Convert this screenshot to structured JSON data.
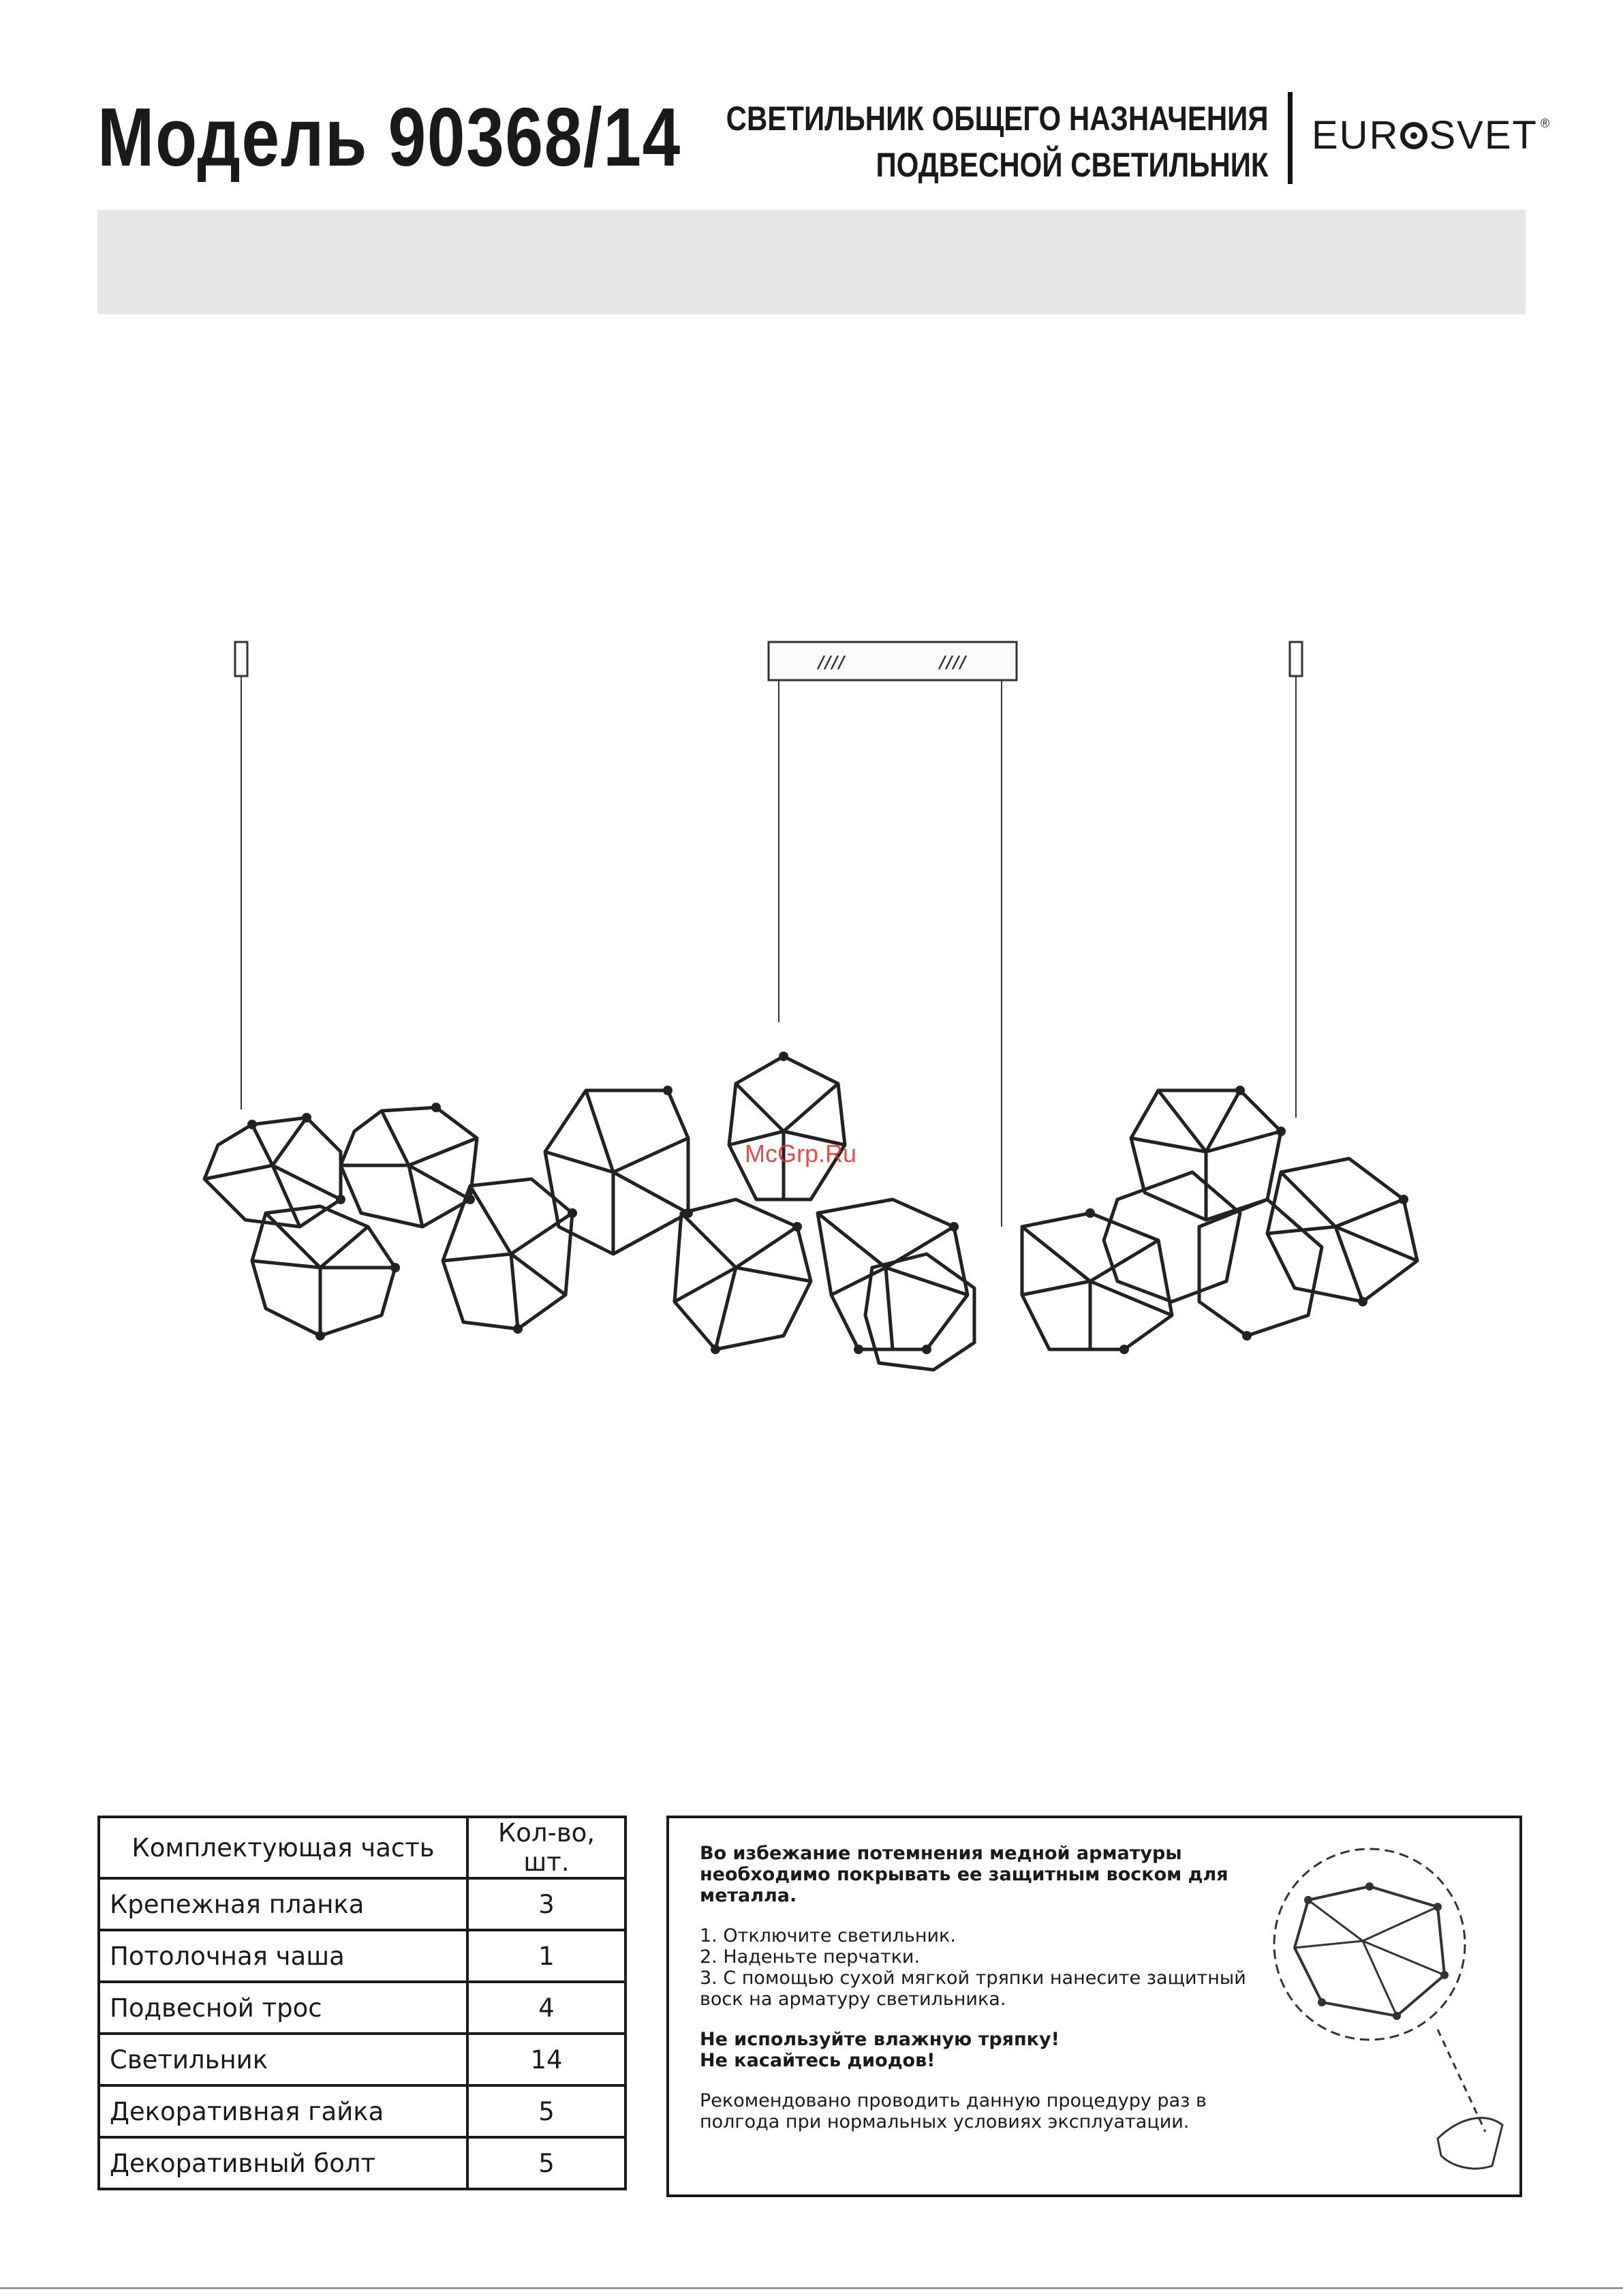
{
  "header": {
    "model_title": "Модель 90368/14",
    "subtitle_line1": "СВЕТИЛЬНИК ОБЩЕГО НАЗНАЧЕНИЯ",
    "subtitle_line2": "ПОДВЕСНОЙ СВЕТИЛЬНИК",
    "brand_left": "EUR",
    "brand_right": "SVET",
    "brand_mark": "®"
  },
  "watermark": "McGrp.Ru",
  "parts_table": {
    "headers": [
      "Комплектующая часть",
      "Кол-во, шт."
    ],
    "rows": [
      {
        "part": "Крепежная планка",
        "qty": "3"
      },
      {
        "part": "Потолочная чаша",
        "qty": "1"
      },
      {
        "part": "Подвесной трос",
        "qty": "4"
      },
      {
        "part": "Светильник",
        "qty": "14"
      },
      {
        "part": "Декоративная гайка",
        "qty": "5"
      },
      {
        "part": "Декоративный болт",
        "qty": "5"
      }
    ]
  },
  "care": {
    "warning": "Во избежание потемнения медной арматуры необходимо покрывать ее защитным воском для металла.",
    "step1": "1. Отключите светильник.",
    "step2": "2. Наденьте перчатки.",
    "step3": "3. С помощью сухой мягкой тряпки нанесите защитный воск на арматуру светильника.",
    "caution1": "Не используйте влажную тряпку!",
    "caution2": "Не касайтесь диодов!",
    "recommendation": "Рекомендовано проводить данную процедуру раз в полгода при нормальных условиях эксплуатации."
  }
}
